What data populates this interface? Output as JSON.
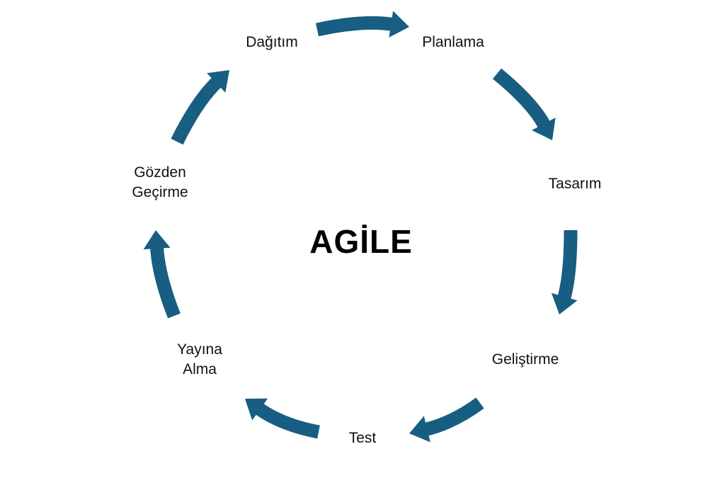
{
  "title": "AGİLE",
  "accent_color": "#175e82",
  "steps": [
    {
      "line1": "Planlama",
      "line2": ""
    },
    {
      "line1": "Tasarım",
      "line2": ""
    },
    {
      "line1": "Geliştirme",
      "line2": ""
    },
    {
      "line1": "Test",
      "line2": ""
    },
    {
      "line1": "Yayına",
      "line2": "Alma"
    },
    {
      "line1": "Gözden",
      "line2": "Geçirme"
    },
    {
      "line1": "Dağıtım",
      "line2": ""
    }
  ]
}
